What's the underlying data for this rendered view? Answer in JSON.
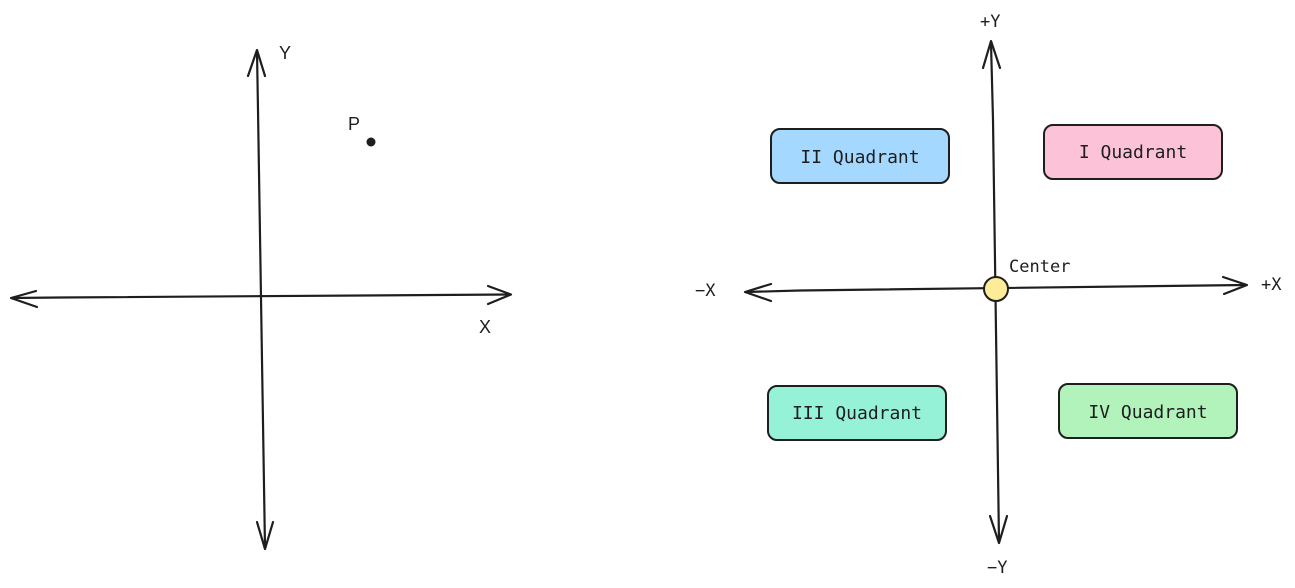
{
  "left_diagram": {
    "x_label": "X",
    "y_label": "Y",
    "point_label": "P"
  },
  "right_diagram": {
    "pos_x_label": "+X",
    "neg_x_label": "−X",
    "pos_y_label": "+Y",
    "neg_y_label": "−Y",
    "center_label": "Center",
    "quadrants": {
      "q1": {
        "label": "I Quadrant",
        "color": "#fcc2d7"
      },
      "q2": {
        "label": "II Quadrant",
        "color": "#a5d8ff"
      },
      "q3": {
        "label": "III Quadrant",
        "color": "#96f2d7"
      },
      "q4": {
        "label": "IV Quadrant",
        "color": "#b2f2bb"
      }
    },
    "center_color": "#ffec99"
  }
}
